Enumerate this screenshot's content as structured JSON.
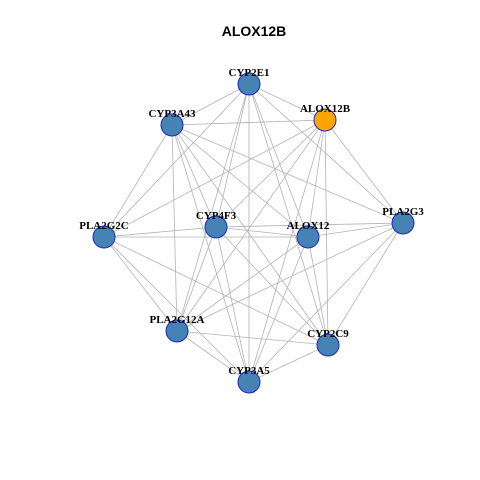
{
  "title": "ALOX12B",
  "colors": {
    "focus_node": "#ffa500",
    "other_node": "#4682b4",
    "node_border": "#1a2bbf",
    "edge": "#b3b3b3"
  },
  "nodes": [
    {
      "id": "CYP2E1",
      "label": "CYP2E1",
      "focus": false
    },
    {
      "id": "ALOX12B",
      "label": "ALOX12B",
      "focus": true
    },
    {
      "id": "CYP3A43",
      "label": "CYP3A43",
      "focus": false
    },
    {
      "id": "PLA2G2C",
      "label": "PLA2G2C",
      "focus": false
    },
    {
      "id": "CYP4F3",
      "label": "CYP4F3",
      "focus": false
    },
    {
      "id": "ALOX12",
      "label": "ALOX12",
      "focus": false
    },
    {
      "id": "PLA2G3",
      "label": "PLA2G3",
      "focus": false
    },
    {
      "id": "PLA2G12A",
      "label": "PLA2G12A",
      "focus": false
    },
    {
      "id": "CYP2C9",
      "label": "CYP2C9",
      "focus": false
    },
    {
      "id": "CYP3A5",
      "label": "CYP3A5",
      "focus": false
    }
  ],
  "edges": [
    [
      "CYP2E1",
      "CYP3A43"
    ],
    [
      "CYP2E1",
      "ALOX12B"
    ],
    [
      "CYP2E1",
      "PLA2G2C"
    ],
    [
      "CYP2E1",
      "CYP4F3"
    ],
    [
      "CYP2E1",
      "ALOX12"
    ],
    [
      "CYP2E1",
      "PLA2G3"
    ],
    [
      "CYP2E1",
      "PLA2G12A"
    ],
    [
      "CYP2E1",
      "CYP2C9"
    ],
    [
      "CYP2E1",
      "CYP3A5"
    ],
    [
      "CYP3A43",
      "ALOX12B"
    ],
    [
      "CYP3A43",
      "PLA2G2C"
    ],
    [
      "CYP3A43",
      "CYP4F3"
    ],
    [
      "CYP3A43",
      "ALOX12"
    ],
    [
      "CYP3A43",
      "PLA2G3"
    ],
    [
      "CYP3A43",
      "PLA2G12A"
    ],
    [
      "CYP3A43",
      "CYP2C9"
    ],
    [
      "CYP3A43",
      "CYP3A5"
    ],
    [
      "ALOX12B",
      "PLA2G2C"
    ],
    [
      "ALOX12B",
      "CYP4F3"
    ],
    [
      "ALOX12B",
      "ALOX12"
    ],
    [
      "ALOX12B",
      "PLA2G3"
    ],
    [
      "ALOX12B",
      "PLA2G12A"
    ],
    [
      "ALOX12B",
      "CYP2C9"
    ],
    [
      "ALOX12B",
      "CYP3A5"
    ],
    [
      "PLA2G2C",
      "CYP4F3"
    ],
    [
      "PLA2G2C",
      "ALOX12"
    ],
    [
      "PLA2G2C",
      "PLA2G12A"
    ],
    [
      "PLA2G2C",
      "CYP2C9"
    ],
    [
      "PLA2G2C",
      "CYP3A5"
    ],
    [
      "CYP4F3",
      "ALOX12"
    ],
    [
      "CYP4F3",
      "PLA2G3"
    ],
    [
      "CYP4F3",
      "PLA2G12A"
    ],
    [
      "CYP4F3",
      "CYP2C9"
    ],
    [
      "CYP4F3",
      "CYP3A5"
    ],
    [
      "ALOX12",
      "PLA2G3"
    ],
    [
      "ALOX12",
      "PLA2G12A"
    ],
    [
      "ALOX12",
      "CYP2C9"
    ],
    [
      "ALOX12",
      "CYP3A5"
    ],
    [
      "PLA2G3",
      "PLA2G12A"
    ],
    [
      "PLA2G3",
      "CYP2C9"
    ],
    [
      "PLA2G3",
      "CYP3A5"
    ],
    [
      "PLA2G12A",
      "CYP2C9"
    ],
    [
      "PLA2G12A",
      "CYP3A5"
    ],
    [
      "CYP2C9",
      "CYP3A5"
    ]
  ]
}
